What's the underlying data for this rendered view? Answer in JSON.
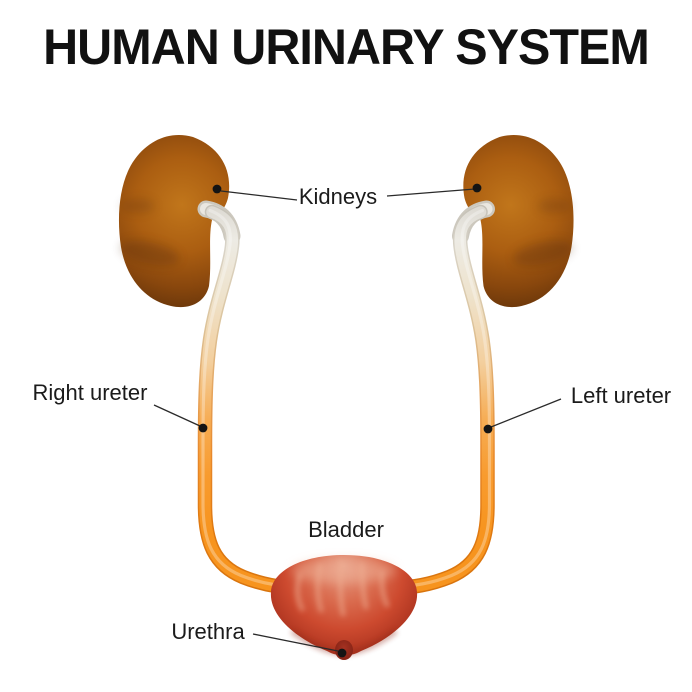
{
  "title": "HUMAN URINARY SYSTEM",
  "annotations": {
    "kidneys": {
      "label": "Kidneys"
    },
    "right_ureter": {
      "label": "Right ureter"
    },
    "left_ureter": {
      "label": "Left ureter"
    },
    "bladder": {
      "label": "Bladder"
    },
    "urethra": {
      "label": "Urethra"
    }
  },
  "colors": {
    "background": "#ffffff",
    "title_text": "#111111",
    "label_text": "#1b1b1b",
    "leader_line": "#2a2a2a",
    "marker_dot": "#141414",
    "kidney_center": "#c1761b",
    "kidney_edge": "#6b370a",
    "renal_pelvis": "#edebe4",
    "ureter": "#f7941e",
    "ureter_outline": "#d8740e",
    "bladder_top": "#e69c84",
    "bladder_body": "#cd4a2f",
    "bladder_bottom": "#992c1a"
  }
}
